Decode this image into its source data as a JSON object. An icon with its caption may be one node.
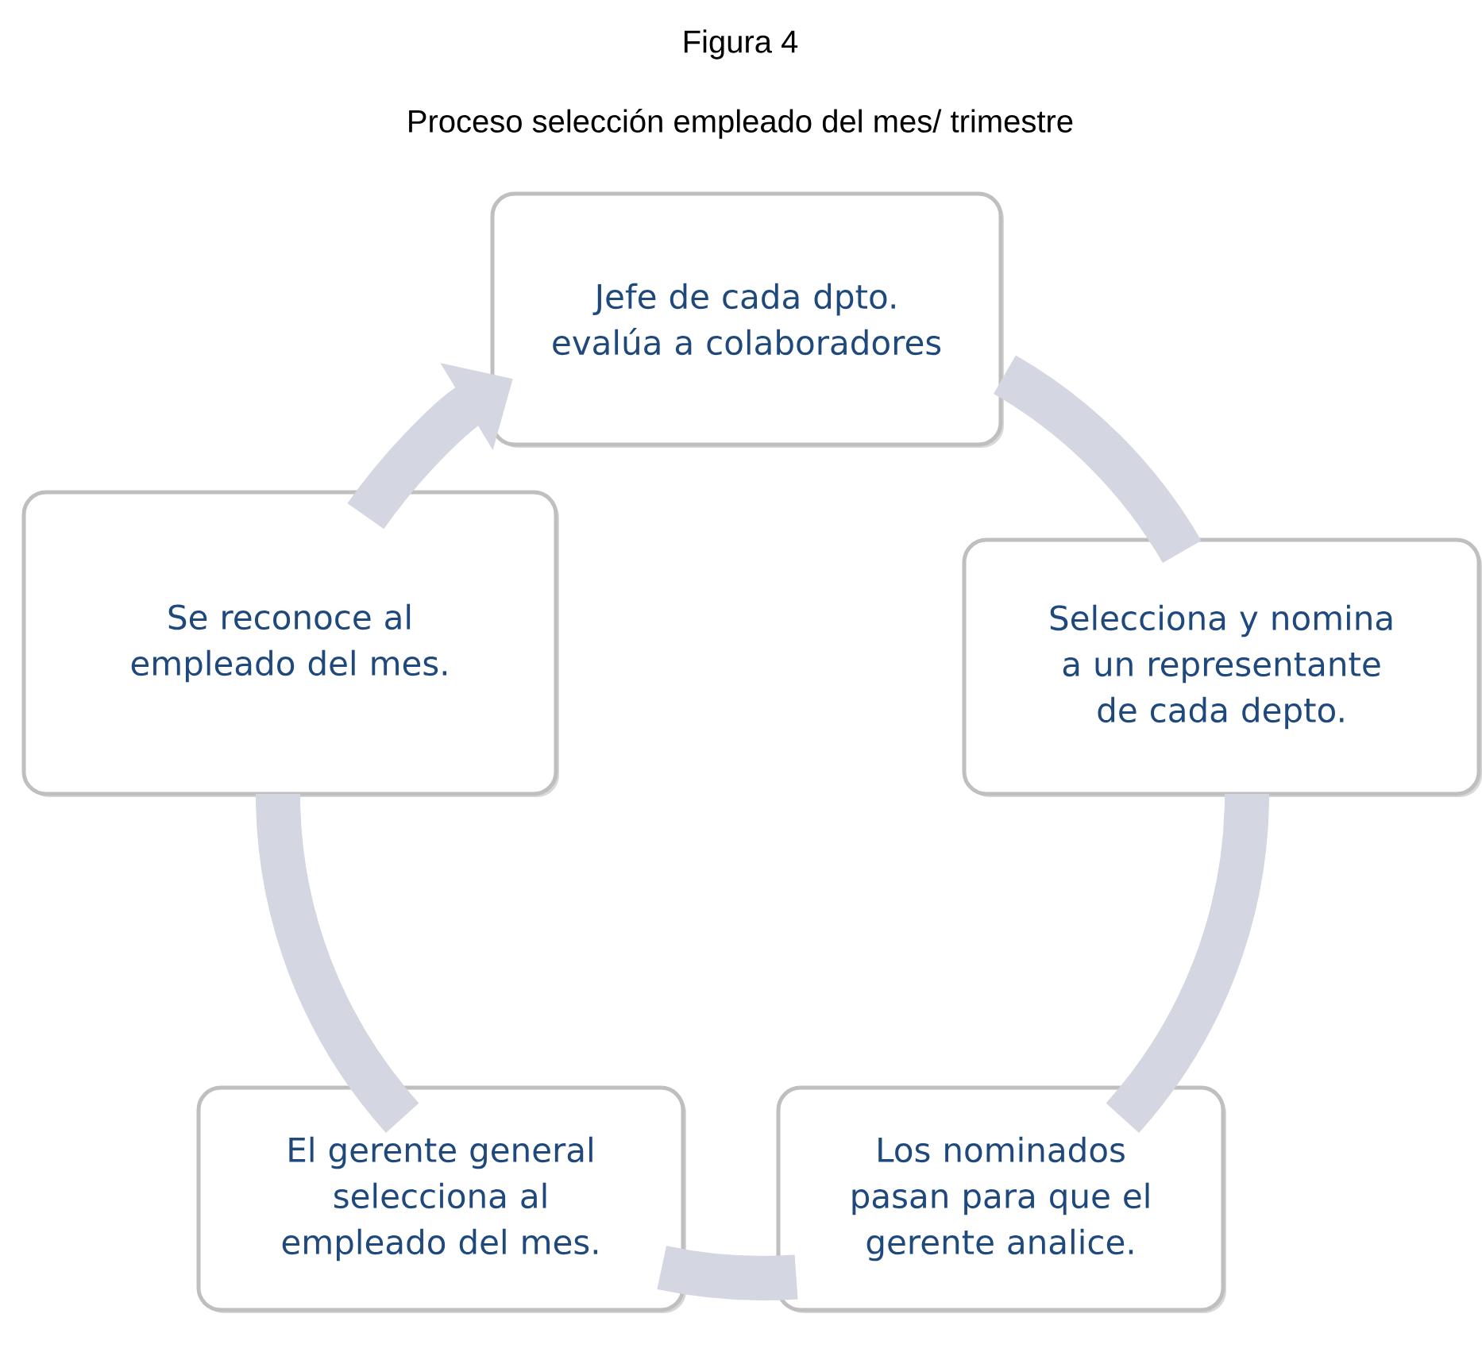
{
  "diagram": {
    "title": "Figura 4",
    "caption": "Proceso selección empleado del mes/ trimestre",
    "nodes": [
      {
        "text": [
          "Jefe de cada dpto. evalúa a colaboradores"
        ]
      },
      {
        "text": [
          "Selecciona y nomina a un representante de cada depto."
        ]
      },
      {
        "text": [
          "Los nominados pasan para que el gerente analice."
        ]
      },
      {
        "text": [
          "El gerente general selecciona al empleado del mes."
        ]
      },
      {
        "text": [
          "Se reconoce al empleado del mes."
        ]
      }
    ],
    "edges": [
      {
        "from": 0,
        "to": 1,
        "arrow": "none"
      },
      {
        "from": 1,
        "to": 2,
        "arrow": "none"
      },
      {
        "from": 2,
        "to": 3,
        "arrow": "none"
      },
      {
        "from": 3,
        "to": 4,
        "arrow": "none"
      },
      {
        "from": 4,
        "to": 0,
        "arrow": "to"
      }
    ]
  }
}
